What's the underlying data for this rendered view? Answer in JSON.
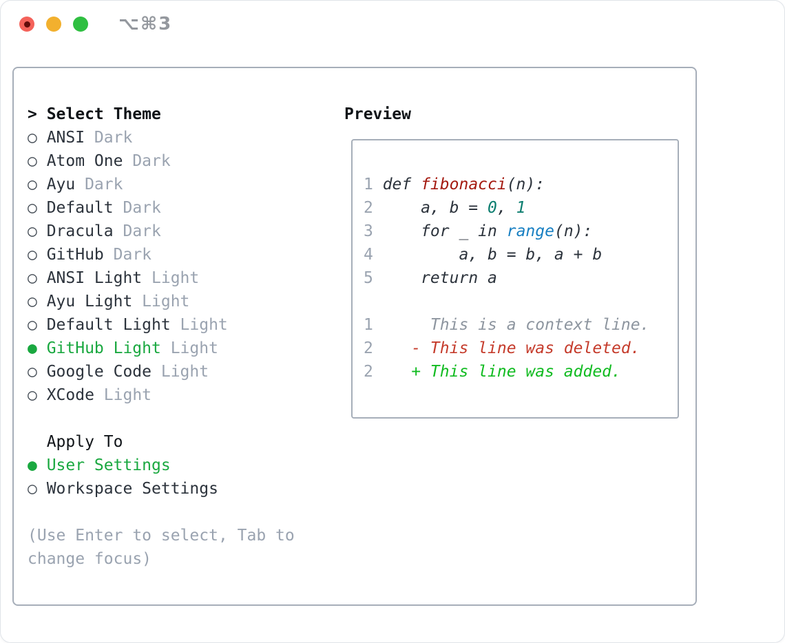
{
  "window": {
    "title": "⌥⌘3",
    "traffic_lights": [
      "close",
      "minimize",
      "zoom"
    ]
  },
  "icons": {
    "radio_unselected": "○",
    "radio_selected": "●",
    "prompt": ">"
  },
  "theme_panel": {
    "header": "Select Theme",
    "themes": [
      {
        "name": "ANSI",
        "tag": "Dark",
        "selected": false
      },
      {
        "name": "Atom One",
        "tag": "Dark",
        "selected": false
      },
      {
        "name": "Ayu",
        "tag": "Dark",
        "selected": false
      },
      {
        "name": "Default",
        "tag": "Dark",
        "selected": false
      },
      {
        "name": "Dracula",
        "tag": "Dark",
        "selected": false
      },
      {
        "name": "GitHub",
        "tag": "Dark",
        "selected": false
      },
      {
        "name": "ANSI Light",
        "tag": "Light",
        "selected": false
      },
      {
        "name": "Ayu Light",
        "tag": "Light",
        "selected": false
      },
      {
        "name": "Default Light",
        "tag": "Light",
        "selected": false
      },
      {
        "name": "GitHub Light",
        "tag": "Light",
        "selected": true
      },
      {
        "name": "Google Code",
        "tag": "Light",
        "selected": false
      },
      {
        "name": "XCode",
        "tag": "Light",
        "selected": false
      }
    ],
    "apply_to": {
      "header": "Apply To",
      "options": [
        {
          "name": "User Settings",
          "selected": true
        },
        {
          "name": "Workspace Settings",
          "selected": false
        }
      ]
    },
    "hint_lines": [
      "(Use Enter to select, Tab to",
      "change focus)"
    ]
  },
  "preview": {
    "label": "Preview",
    "code_lines": [
      {
        "num": "1",
        "tokens": [
          {
            "t": "def ",
            "c": "kw"
          },
          {
            "t": "fibonacci",
            "c": "fn"
          },
          {
            "t": "(n):",
            "c": "pl"
          }
        ]
      },
      {
        "num": "2",
        "tokens": [
          {
            "t": "    a, b = ",
            "c": "pl"
          },
          {
            "t": "0",
            "c": "num"
          },
          {
            "t": ", ",
            "c": "pl"
          },
          {
            "t": "1",
            "c": "num"
          }
        ]
      },
      {
        "num": "3",
        "tokens": [
          {
            "t": "    ",
            "c": "pl"
          },
          {
            "t": "for",
            "c": "kw"
          },
          {
            "t": " _ ",
            "c": "pl"
          },
          {
            "t": "in",
            "c": "kw"
          },
          {
            "t": " ",
            "c": "pl"
          },
          {
            "t": "range",
            "c": "fn2"
          },
          {
            "t": "(n):",
            "c": "pl"
          }
        ]
      },
      {
        "num": "4",
        "tokens": [
          {
            "t": "        a, b = b, a + b",
            "c": "pl"
          }
        ]
      },
      {
        "num": "5",
        "tokens": [
          {
            "t": "    ",
            "c": "pl"
          },
          {
            "t": "return",
            "c": "kw"
          },
          {
            "t": " a",
            "c": "pl"
          }
        ]
      }
    ],
    "diff_lines": [
      {
        "num": "1",
        "tokens": [
          {
            "t": "     This is a context line.",
            "c": "ctx"
          }
        ]
      },
      {
        "num": "2",
        "tokens": [
          {
            "t": "   ",
            "c": "pl"
          },
          {
            "t": "- This line was deleted.",
            "c": "del"
          }
        ]
      },
      {
        "num": "2",
        "tokens": [
          {
            "t": "   ",
            "c": "pl"
          },
          {
            "t": "+ This line was added.",
            "c": "add"
          }
        ]
      }
    ]
  },
  "colors": {
    "accent_green": "#1aa840",
    "added_green": "#10bb20",
    "deleted_red": "#c53b2b",
    "function_red": "#a41a10",
    "builtin_blue": "#177fc2",
    "number_teal": "#0b7d6f",
    "muted_gray": "#9aa3b0",
    "context_gray": "#8d959f",
    "text_dark": "#2c333c",
    "border_gray": "#a6aeb9",
    "traffic_red": "#f4625a",
    "traffic_yellow": "#f2b02e",
    "traffic_green": "#2fbf41"
  }
}
